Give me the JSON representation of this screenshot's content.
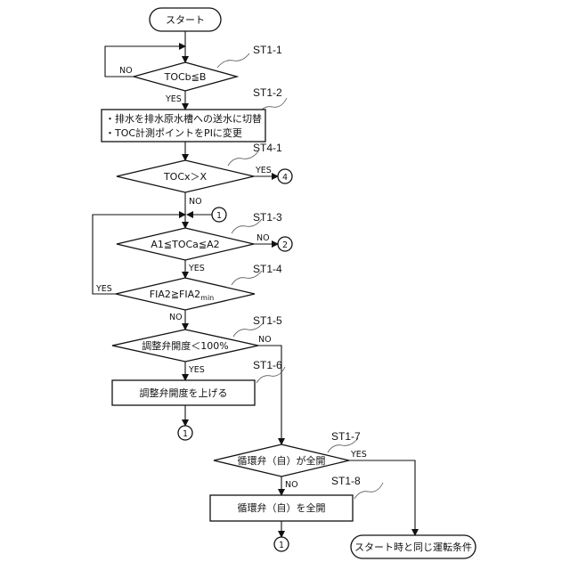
{
  "nodes": {
    "start": "スタート",
    "d_tocb": "TOCb≦B",
    "p_switch_1": "・排水を排水原水槽への送水に切替",
    "p_switch_2": "・TOC計測ポイントをPIに変更",
    "d_tocx": "TOCx＞X",
    "d_toca": "A1≦TOCa≦A2",
    "d_fia2_main": "FIA2≧FIA2",
    "d_fia2_sub": "min",
    "d_valve": "調整弁開度＜100%",
    "p_raise": "調整弁開度を上げる",
    "d_circ": "循環弁（自）が全開",
    "p_circ": "循環弁（自）を全開",
    "end_same": "スタート時と同じ運転条件"
  },
  "connectors": {
    "c1_in": "1",
    "c4": "4",
    "c2": "2",
    "c1_a": "1",
    "c1_b": "1"
  },
  "step_tags": {
    "st1_1": "ST1-1",
    "st1_2": "ST1-2",
    "st4_1": "ST4-1",
    "st1_3": "ST1-3",
    "st1_4": "ST1-4",
    "st1_5": "ST1-5",
    "st1_6": "ST1-6",
    "st1_7": "ST1-7",
    "st1_8": "ST1-8"
  },
  "branch_labels": {
    "no_tocb": "NO",
    "yes_tocb": "YES",
    "yes_tocx": "YES",
    "no_tocx": "NO",
    "no_toca": "NO",
    "yes_toca": "YES",
    "yes_fia2": "YES",
    "no_fia2": "NO",
    "no_valve": "NO",
    "yes_valve": "YES",
    "yes_circ": "YES",
    "no_circ": "NO"
  }
}
